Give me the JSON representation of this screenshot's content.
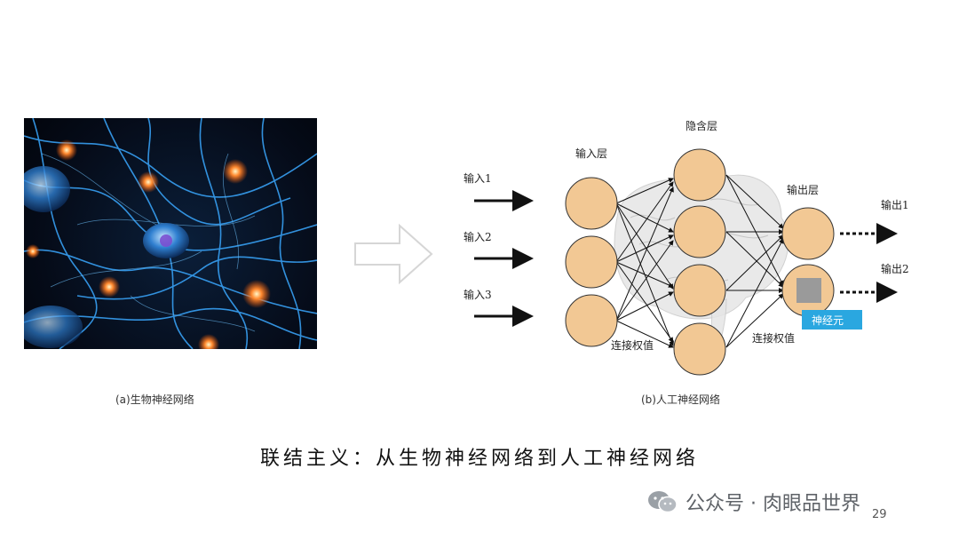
{
  "left_caption": "(a)生物神经网络",
  "right_caption": "(b)人工神经网络",
  "diagram": {
    "input_layer": "输入层",
    "hidden_layer": "隐含层",
    "output_layer": "输出层",
    "inputs": [
      "输入1",
      "输入2",
      "输入3"
    ],
    "outputs": [
      "输出1",
      "输出2"
    ],
    "weights_left": "连接权值",
    "weights_right": "连接权值",
    "neuron_tag": "神经元"
  },
  "title": "联结主义：从生物神经网络到人工神经网络",
  "watermark": "公众号 · 肉眼品世界",
  "page_number": "29",
  "colors": {
    "node_fill": "#f2c894",
    "tag_bg": "#2aa7e0",
    "bio_glow": "#ff7a2a",
    "bio_fiber": "#3aa8ff"
  }
}
